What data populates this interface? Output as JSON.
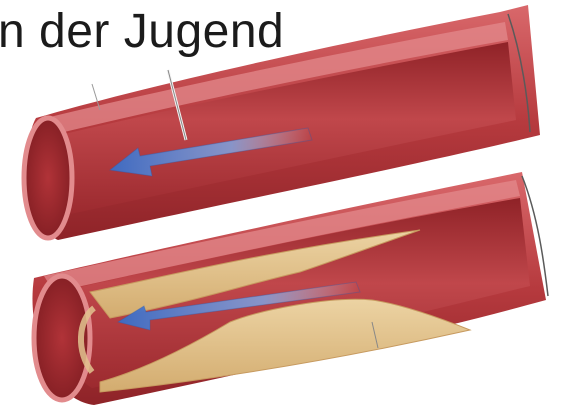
{
  "heading": {
    "text": "n der Jugend"
  },
  "vessels": [
    {
      "name": "healthy-artery",
      "flow_direction": "left",
      "plaque": false
    },
    {
      "name": "narrowed-artery",
      "flow_direction": "left",
      "plaque": true
    }
  ],
  "colors": {
    "vessel_wall_outer": "#b83a3e",
    "vessel_wall_rim": "#e07a7c",
    "vessel_lumen": "#b7373c",
    "plaque": "#e2c38f",
    "flow_arrow": "#4e78c8"
  }
}
